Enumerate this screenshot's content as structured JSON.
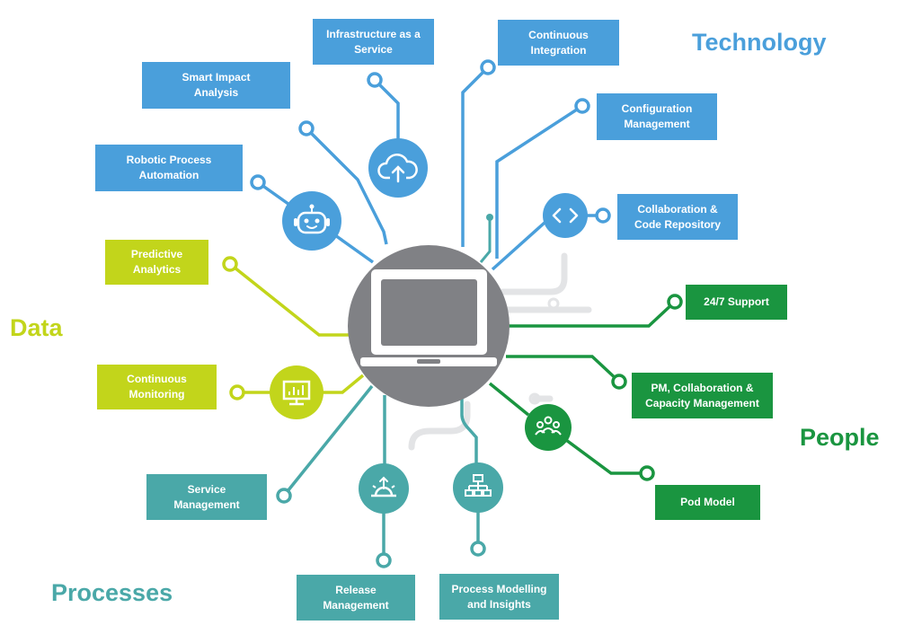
{
  "colors": {
    "technology": "#4a9fdb",
    "data": "#c2d51b",
    "people": "#1a9540",
    "processes": "#4aa8a8",
    "hub": "#808185",
    "trace": "#e3e4e6"
  },
  "categories": {
    "technology": "Technology",
    "data": "Data",
    "people": "People",
    "processes": "Processes"
  },
  "nodes": {
    "iaas": "Infrastructure as a\nService",
    "continuous_integration": "Continuous\nIntegration",
    "smart_impact": "Smart Impact\nAnalysis",
    "configuration_management": "Configuration\nManagement",
    "rpa": "Robotic Process\nAutomation",
    "collaboration_code": "Collaboration &\nCode Repository",
    "predictive_analytics": "Predictive\nAnalytics",
    "support": "24/7 Support",
    "continuous_monitoring": "Continuous\nMonitoring",
    "pm_collaboration": "PM, Collaboration &\nCapacity Management",
    "service_management": "Service\nManagement",
    "pod_model": "Pod Model",
    "release_management": "Release\nManagement",
    "process_modelling": "Process Modelling\nand Insights"
  },
  "icons": {
    "cloud": "cloud-upload-icon",
    "robot": "robot-icon",
    "code": "code-brackets-icon",
    "monitor": "monitor-chart-icon",
    "people": "people-group-icon",
    "release": "release-sunrise-icon",
    "process": "org-chart-icon",
    "laptop": "laptop-icon"
  }
}
